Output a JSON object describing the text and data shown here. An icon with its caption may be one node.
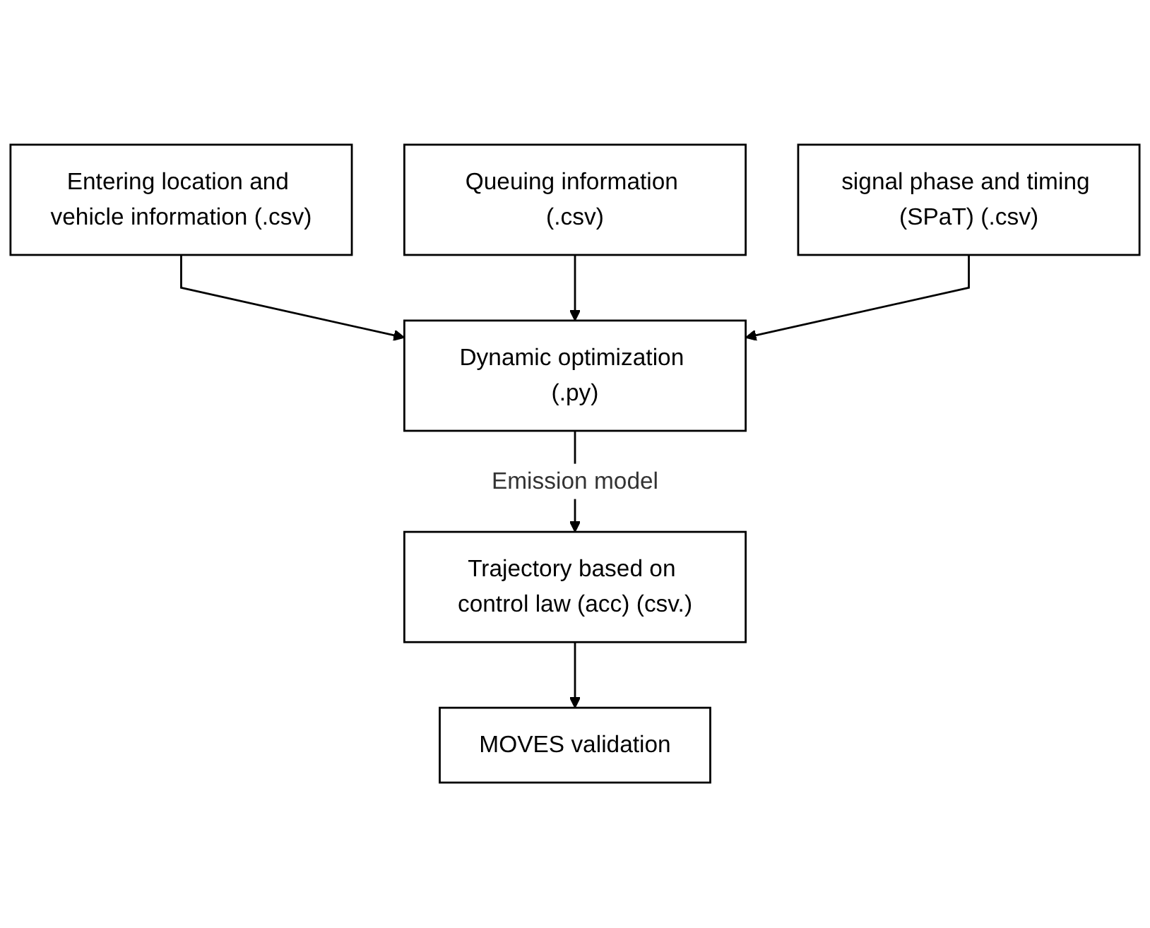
{
  "diagram": {
    "nodes": [
      {
        "text": [
          "Entering location and vehicle information (.csv)"
        ]
      },
      {
        "text": [
          "Queuing information (.csv)"
        ]
      },
      {
        "text": [
          "Dynamic optimization (.py)"
        ]
      },
      {
        "text": [
          "signal phase and timing (SPaT) (.csv)"
        ]
      },
      {
        "text": [
          "Trajectory based on control law (acc) (csv.)"
        ]
      },
      {
        "text": [
          "MOVES validation"
        ]
      }
    ],
    "edges": [
      {
        "from": 0,
        "to": 2,
        "arrow": "to"
      },
      {
        "from": 1,
        "to": 2,
        "arrow": "to"
      },
      {
        "from": 3,
        "to": 2,
        "arrow": "to"
      },
      {
        "from": 2,
        "to": 4,
        "arrow": "to",
        "label": "Emission model"
      },
      {
        "from": 4,
        "to": 5,
        "arrow": "to"
      }
    ]
  }
}
